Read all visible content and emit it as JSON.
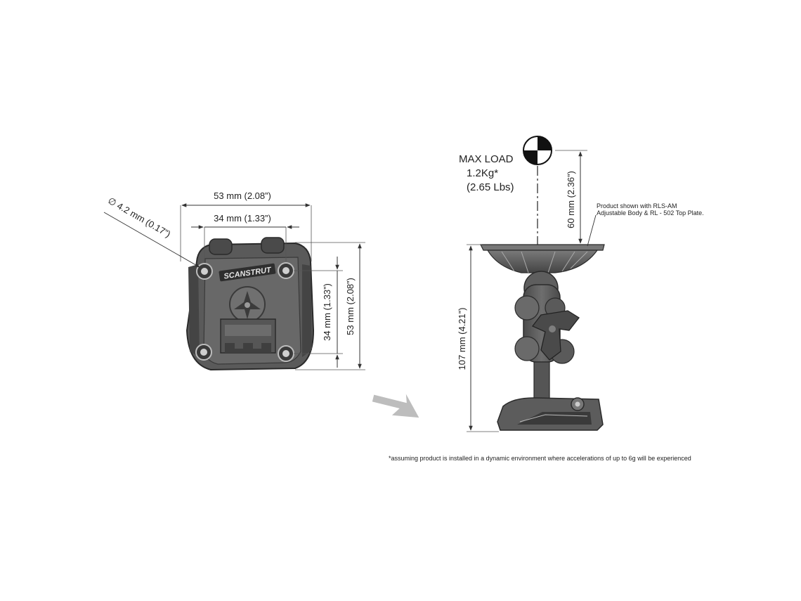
{
  "top_view": {
    "width_outer": "53 mm (2.08”)",
    "width_inner": "34 mm (1.33”)",
    "height_inner": "34 mm (1.33”)",
    "height_outer": "53 mm (2.08”)",
    "hole_diameter": "∅ 4.2 mm (0.17”)",
    "brand_logo": "SCANSTRUT"
  },
  "side_view": {
    "max_load_title": "MAX LOAD",
    "max_load_kg": "1.2Kg*",
    "max_load_lbs": "(2.65 Lbs)",
    "load_height": "60 mm (2.36”)",
    "total_height": "107 mm (4.21”)",
    "note_line1": "Product shown with RLS-AM",
    "note_line2": "Adjustable Body & RL - 502 Top Plate."
  },
  "footnote": "*assuming product is installed in a dynamic environment where accelerations of up to 6g will be experienced",
  "colors": {
    "line": "#333333",
    "body_fill": "#5c5c5c",
    "body_dark": "#3a3a3a",
    "body_light": "#8a8a8a",
    "arrow": "#b8b8b8"
  }
}
